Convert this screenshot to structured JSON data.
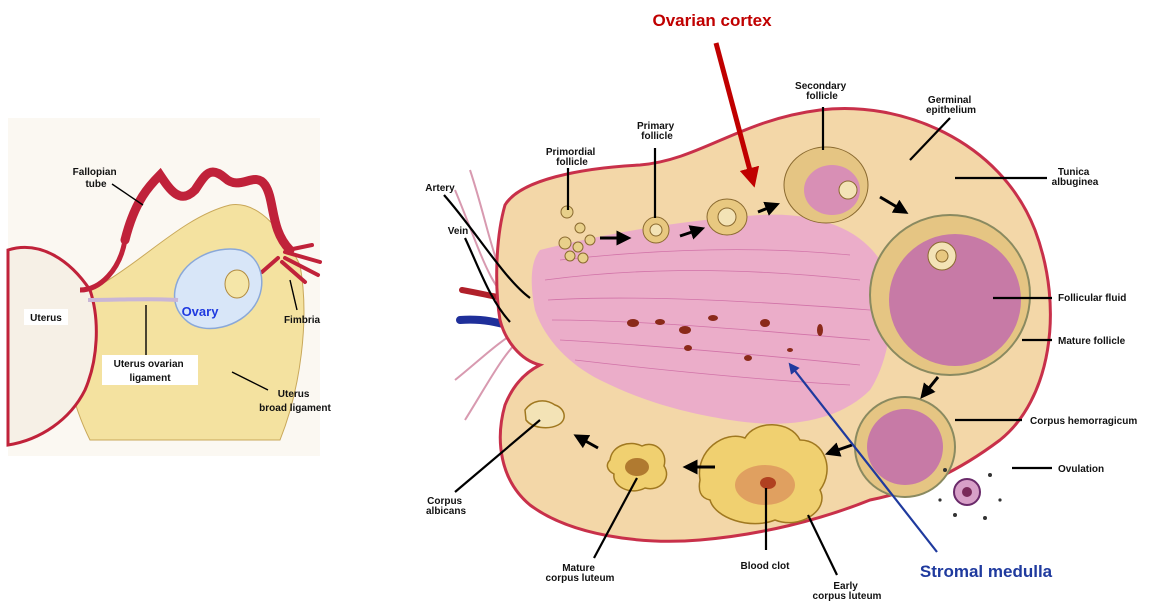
{
  "left_figure": {
    "labels": {
      "fallopian_tube": [
        "Fallopian",
        "tube"
      ],
      "uterus": "Uterus",
      "ovary": "Ovary",
      "fimbria": "Fimbria",
      "uterus_ovarian_ligament": [
        "Uterus ovarian",
        "ligament"
      ],
      "uterus_broad_ligament": [
        "Uterus",
        "broad ligament"
      ]
    }
  },
  "right_figure": {
    "callouts": {
      "ovarian_cortex": "Ovarian cortex",
      "stromal_medulla": "Stromal medulla"
    },
    "labels": {
      "artery": "Artery",
      "vein": "Vein",
      "primordial_follicle": [
        "Primordial",
        "follicle"
      ],
      "primary_follicle": [
        "Primary",
        "follicle"
      ],
      "secondary_follicle": [
        "Secondary",
        "follicle"
      ],
      "germinal_epithelium": [
        "Germinal",
        "epithelium"
      ],
      "tunica_albuginea": [
        "Tunica",
        "albuginea"
      ],
      "follicular_fluid": "Follicular fluid",
      "mature_follicle": "Mature follicle",
      "corpus_hemorragicum": "Corpus hemorragicum",
      "ovulation": "Ovulation",
      "corpus_albicans": [
        "Corpus",
        "albicans"
      ],
      "mature_corpus_luteum": [
        "Mature",
        "corpus luteum"
      ],
      "blood_clot": "Blood clot",
      "early_corpus_luteum": [
        "Early",
        "corpus luteum"
      ]
    }
  },
  "colors": {
    "cortex_callout": "#c00000",
    "medulla_callout": "#1f3a9e",
    "ovary_label": "#1f3ae0",
    "tube": "#c0223a",
    "cortex_fill": "#f3d7a8",
    "medulla_fill": "#e9a6cf"
  }
}
